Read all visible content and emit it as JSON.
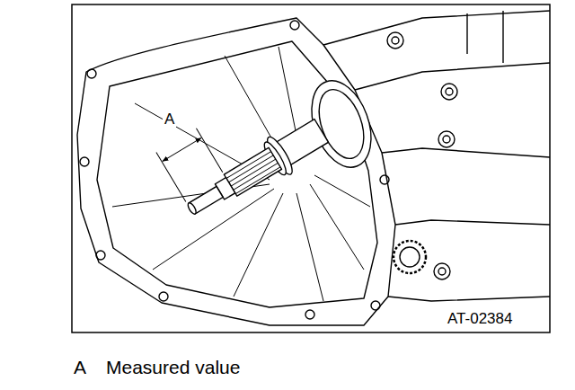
{
  "diagram": {
    "labels": [
      "A",
      "AT-02384",
      "A",
      "Measured value"
    ]
  }
}
